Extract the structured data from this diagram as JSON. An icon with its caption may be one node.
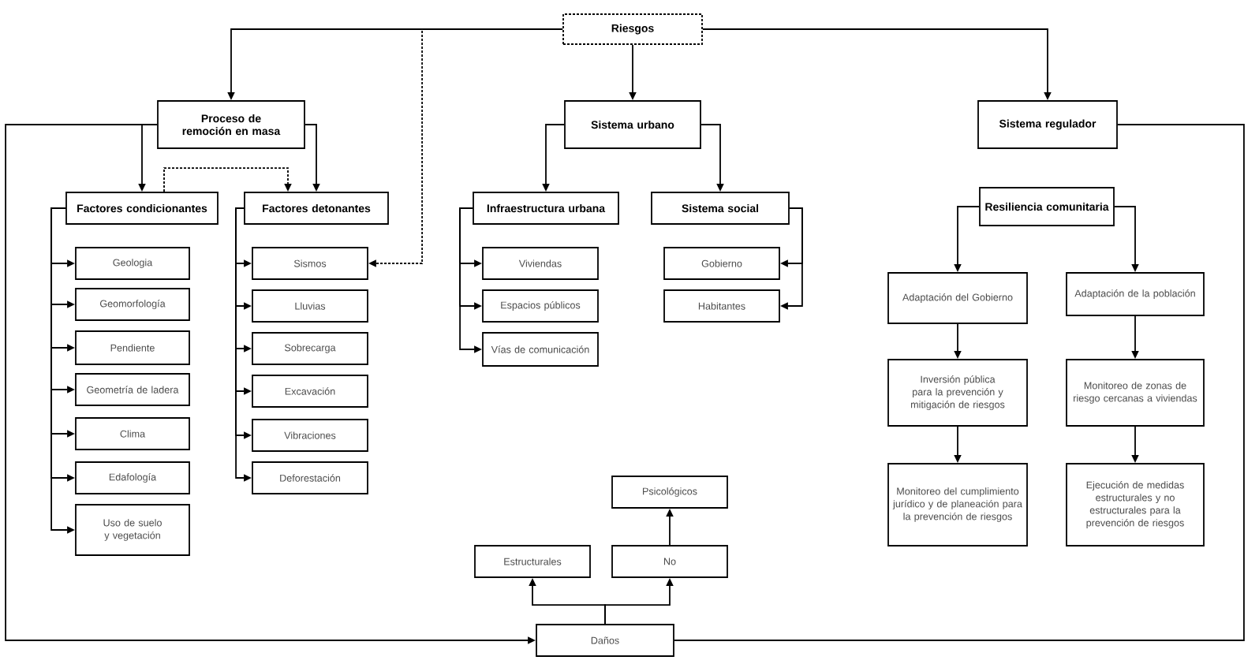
{
  "diagram": {
    "nodes": [
      {
        "text": [
          "Riesgos"
        ]
      },
      {
        "text": [
          "Proceso de remoción en masa"
        ]
      },
      {
        "text": [
          "Sistema urbano"
        ]
      },
      {
        "text": [
          "Sistema regulador"
        ]
      },
      {
        "text": [
          "Factores condicionantes"
        ]
      },
      {
        "text": [
          "Factores detonantes"
        ]
      },
      {
        "text": [
          "Infraestructura urbana"
        ]
      },
      {
        "text": [
          "Sistema social"
        ]
      },
      {
        "text": [
          "Resiliencia comunitaria"
        ]
      },
      {
        "text": [
          "Geologia"
        ]
      },
      {
        "text": [
          "Geomorfología"
        ]
      },
      {
        "text": [
          "Pendiente"
        ]
      },
      {
        "text": [
          "Geometría de ladera"
        ]
      },
      {
        "text": [
          "Clima"
        ]
      },
      {
        "text": [
          "Edafología"
        ]
      },
      {
        "text": [
          "Uso de suelo y vegetación"
        ]
      },
      {
        "text": [
          "Sismos"
        ]
      },
      {
        "text": [
          "Lluvias"
        ]
      },
      {
        "text": [
          "Sobrecarga"
        ]
      },
      {
        "text": [
          "Excavación"
        ]
      },
      {
        "text": [
          "Vibraciones"
        ]
      },
      {
        "text": [
          "Deforestación"
        ]
      },
      {
        "text": [
          "Viviendas"
        ]
      },
      {
        "text": [
          "Espacios públicos"
        ]
      },
      {
        "text": [
          "Vías de comunicación"
        ]
      },
      {
        "text": [
          "Gobierno"
        ]
      },
      {
        "text": [
          "Habitantes"
        ]
      },
      {
        "text": [
          "Adaptación del Gobierno"
        ]
      },
      {
        "text": [
          "Adaptación de la población"
        ]
      },
      {
        "text": [
          "Inversión pública para la prevención y mitigación de riesgos"
        ]
      },
      {
        "text": [
          "Monitoreo de zonas de riesgo cercanas a viviendas"
        ]
      },
      {
        "text": [
          "Monitoreo del cumplimiento jurídico y de planeación para la prevención de riesgos"
        ]
      },
      {
        "text": [
          "Ejecución de medidas estructurales y no estructurales para la prevención de riesgos"
        ]
      },
      {
        "text": [
          "Psicológicos"
        ]
      },
      {
        "text": [
          "Estructurales"
        ]
      },
      {
        "text": [
          "No"
        ]
      },
      {
        "text": [
          "Daños"
        ]
      }
    ],
    "edges": [
      {
        "from": 0,
        "to": 1,
        "arrow": "to"
      },
      {
        "from": 0,
        "to": 2,
        "arrow": "to"
      },
      {
        "from": 0,
        "to": 3,
        "arrow": "to"
      },
      {
        "from": 0,
        "to": 16,
        "arrow": "to",
        "style": "dashed"
      },
      {
        "from": 1,
        "to": 4,
        "arrow": "to"
      },
      {
        "from": 1,
        "to": 5,
        "arrow": "to"
      },
      {
        "from": 1,
        "to": 36,
        "arrow": "to"
      },
      {
        "from": 4,
        "to": 5,
        "arrow": "to",
        "style": "dashed"
      },
      {
        "from": 4,
        "to": 9,
        "arrow": "to"
      },
      {
        "from": 4,
        "to": 10,
        "arrow": "to"
      },
      {
        "from": 4,
        "to": 11,
        "arrow": "to"
      },
      {
        "from": 4,
        "to": 12,
        "arrow": "to"
      },
      {
        "from": 4,
        "to": 13,
        "arrow": "to"
      },
      {
        "from": 4,
        "to": 14,
        "arrow": "to"
      },
      {
        "from": 4,
        "to": 15,
        "arrow": "to"
      },
      {
        "from": 5,
        "to": 16,
        "arrow": "to"
      },
      {
        "from": 5,
        "to": 17,
        "arrow": "to"
      },
      {
        "from": 5,
        "to": 18,
        "arrow": "to"
      },
      {
        "from": 5,
        "to": 19,
        "arrow": "to"
      },
      {
        "from": 5,
        "to": 20,
        "arrow": "to"
      },
      {
        "from": 5,
        "to": 21,
        "arrow": "to"
      },
      {
        "from": 2,
        "to": 6,
        "arrow": "to"
      },
      {
        "from": 2,
        "to": 7,
        "arrow": "to"
      },
      {
        "from": 6,
        "to": 22,
        "arrow": "to"
      },
      {
        "from": 6,
        "to": 23,
        "arrow": "to"
      },
      {
        "from": 6,
        "to": 24,
        "arrow": "to"
      },
      {
        "from": 7,
        "to": 25,
        "arrow": "to"
      },
      {
        "from": 7,
        "to": 26,
        "arrow": "to"
      },
      {
        "from": 8,
        "to": 27,
        "arrow": "to"
      },
      {
        "from": 8,
        "to": 28,
        "arrow": "to"
      },
      {
        "from": 27,
        "to": 29,
        "arrow": "to"
      },
      {
        "from": 29,
        "to": 31,
        "arrow": "to"
      },
      {
        "from": 28,
        "to": 30,
        "arrow": "to"
      },
      {
        "from": 30,
        "to": 32,
        "arrow": "to"
      },
      {
        "from": 3,
        "to": 36,
        "arrow": "none"
      },
      {
        "from": 36,
        "to": 34,
        "arrow": "to"
      },
      {
        "from": 36,
        "to": 35,
        "arrow": "to"
      },
      {
        "from": 35,
        "to": 33,
        "arrow": "to"
      }
    ]
  }
}
